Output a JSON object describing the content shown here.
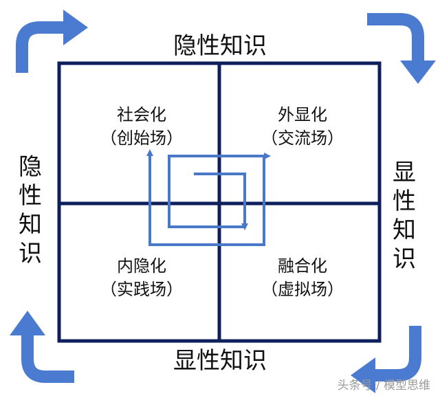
{
  "colors": {
    "frame": "#0f1f5c",
    "spiral": "#4a78c8",
    "corner_arrow": "#4a7bd0",
    "text": "#111111",
    "watermark": "#9a9a9a"
  },
  "edges": {
    "top": "隐性知识",
    "bottom": "显性知识",
    "left": "隐性知识",
    "right": "显性知识"
  },
  "quadrants": {
    "top_left": {
      "name": "社会化",
      "place": "（创始场）"
    },
    "top_right": {
      "name": "外显化",
      "place": "（交流场）"
    },
    "bottom_left": {
      "name": "内隐化",
      "place": "（实践场）"
    },
    "bottom_right": {
      "name": "融合化",
      "place": "（虚拟场）"
    }
  },
  "icons": {
    "corner_arrows": [
      "curved-arrow-top-left-icon",
      "curved-arrow-top-right-icon",
      "curved-arrow-bottom-right-icon",
      "curved-arrow-bottom-left-icon"
    ],
    "center": "spiral-arrow-icon"
  },
  "watermark": "头条号 / 模型思维"
}
